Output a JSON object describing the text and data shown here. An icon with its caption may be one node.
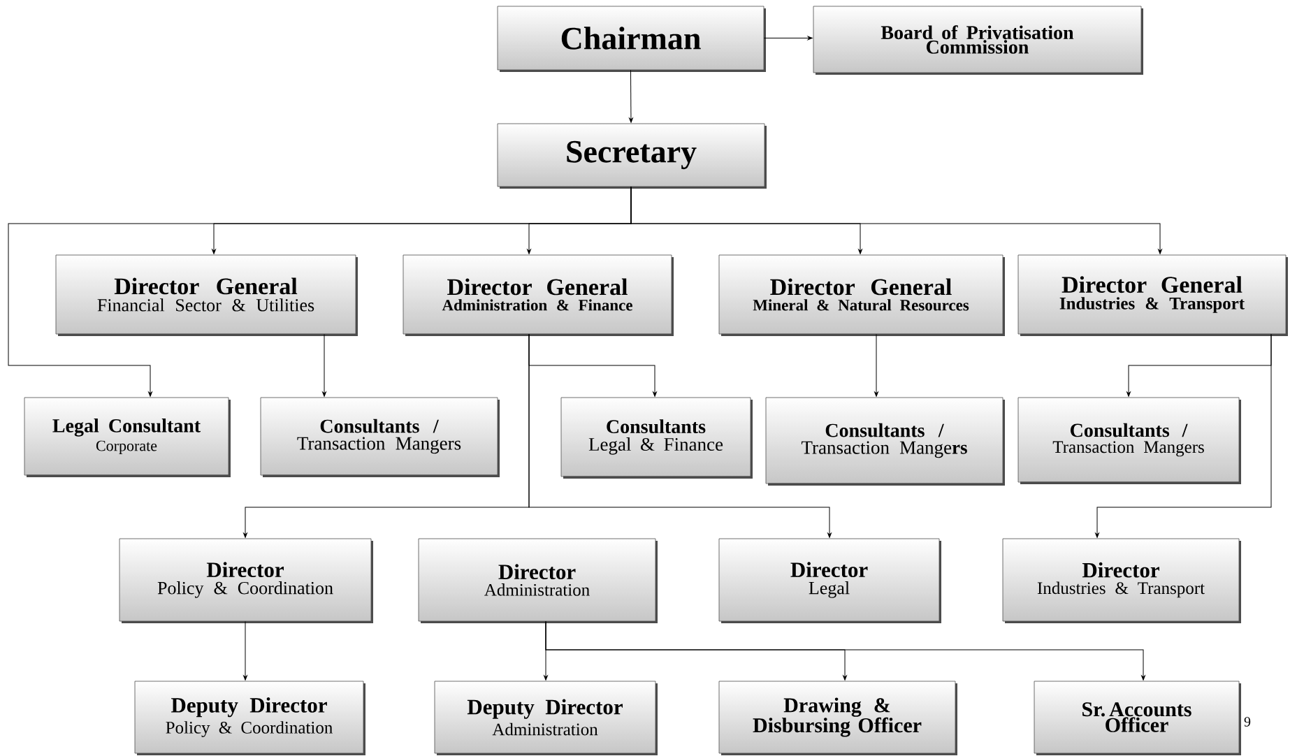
{
  "diagram": {
    "nodes": [
      {
        "text": [
          "Chairman"
        ]
      },
      {
        "text": [
          "Board of Privatisation Commission"
        ]
      },
      {
        "text": [
          "Secretary"
        ]
      },
      {
        "text": [
          "Director General",
          "Financial Sector & Utilities"
        ]
      },
      {
        "text": [
          "Director General",
          "Administration & Finance"
        ]
      },
      {
        "text": [
          "Director General",
          "Mineral & Natural Resources"
        ]
      },
      {
        "text": [
          "Director General",
          "Industries & Transport"
        ]
      },
      {
        "text": [
          "Legal Consultant",
          "Corporate"
        ]
      },
      {
        "text": [
          "Consultants /",
          "Transaction Mangers"
        ]
      },
      {
        "text": [
          "Consultants",
          "Legal & Finance"
        ]
      },
      {
        "text": [
          "Consultants /",
          "Transaction Mange**rs**"
        ]
      },
      {
        "text": [
          "Consultants /",
          "Transaction Mangers"
        ]
      },
      {
        "text": [
          "Director",
          "Policy & Coordination"
        ]
      },
      {
        "text": [
          "Director",
          "Administration"
        ]
      },
      {
        "text": [
          "Director",
          "Legal"
        ]
      },
      {
        "text": [
          "Director",
          "Industries & Transport"
        ]
      },
      {
        "text": [
          "Deputy Director",
          "Policy & Coordination"
        ]
      },
      {
        "text": [
          "Deputy Director",
          "Administration"
        ]
      },
      {
        "text": [
          "Drawing & Disbursing Officer"
        ]
      },
      {
        "text": [
          "Sr. Accounts Officer"
        ]
      }
    ],
    "edges": [
      {
        "from": 0,
        "to": 1,
        "arrow": "to"
      },
      {
        "from": 0,
        "to": 2,
        "arrow": "to"
      },
      {
        "from": 2,
        "to": 3,
        "arrow": "to"
      },
      {
        "from": 2,
        "to": 4,
        "arrow": "to"
      },
      {
        "from": 2,
        "to": 5,
        "arrow": "to"
      },
      {
        "from": 2,
        "to": 6,
        "arrow": "to"
      },
      {
        "from": 2,
        "to": 7,
        "arrow": "to"
      },
      {
        "from": 3,
        "to": 8,
        "arrow": "to"
      },
      {
        "from": 4,
        "to": 9,
        "arrow": "to"
      },
      {
        "from": 4,
        "to": 12,
        "arrow": "to"
      },
      {
        "from": 4,
        "to": 14,
        "arrow": "to"
      },
      {
        "from": 5,
        "to": 10,
        "arrow": "to"
      },
      {
        "from": 6,
        "to": 11,
        "arrow": "to"
      },
      {
        "from": 6,
        "to": 15,
        "arrow": "to"
      },
      {
        "from": 12,
        "to": 16,
        "arrow": "to"
      },
      {
        "from": 13,
        "to": 17,
        "arrow": "to"
      },
      {
        "from": 13,
        "to": 18,
        "arrow": "to"
      },
      {
        "from": 13,
        "to": 19,
        "arrow": "to"
      }
    ],
    "labels": [
      "9"
    ]
  }
}
